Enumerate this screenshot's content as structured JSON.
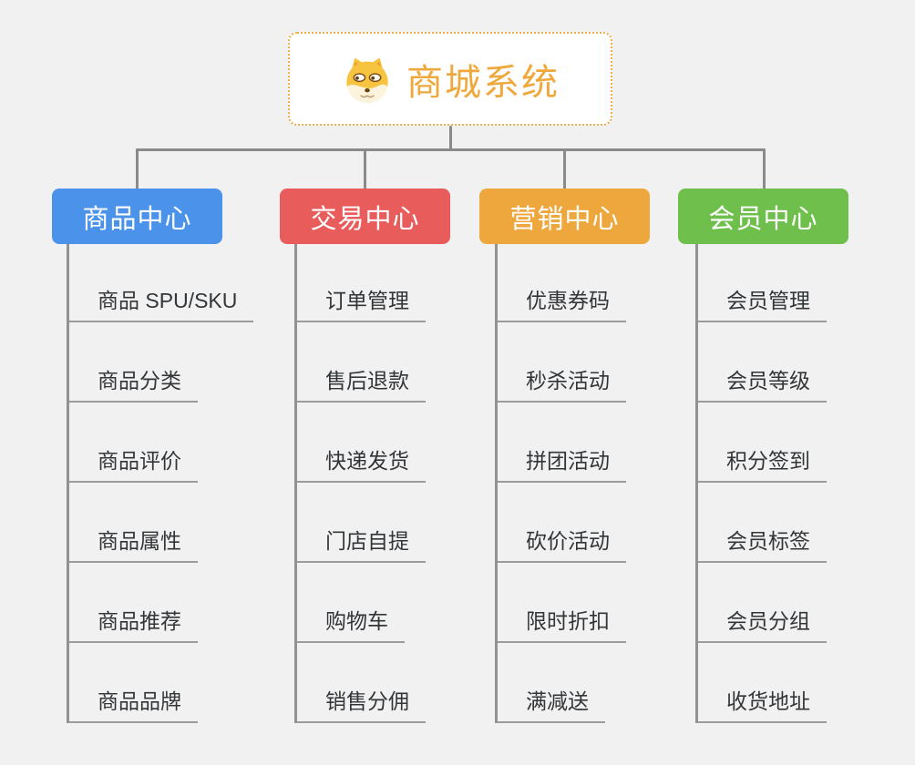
{
  "root": {
    "title": "商城系统",
    "icon": "doge-icon"
  },
  "colors": {
    "canvas_background": "#f1f1f1",
    "root_border": "#f0ab4b",
    "root_title": "#efa83c",
    "connector": "#8a8a8a",
    "leaf_line": "#9b9b9b",
    "leaf_text": "#333639",
    "branch_product": "#4b93ea",
    "branch_trade": "#e85c5c",
    "branch_marketing": "#eea73d",
    "branch_member": "#6ebf4b"
  },
  "branches": [
    {
      "label": "商品中心",
      "color": "#4b93ea",
      "items": [
        "商品 SPU/SKU",
        "商品分类",
        "商品评价",
        "商品属性",
        "商品推荐",
        "商品品牌"
      ]
    },
    {
      "label": "交易中心",
      "color": "#e85c5c",
      "items": [
        "订单管理",
        "售后退款",
        "快递发货",
        "门店自提",
        "购物车",
        "销售分佣"
      ]
    },
    {
      "label": "营销中心",
      "color": "#eea73d",
      "items": [
        "优惠券码",
        "秒杀活动",
        "拼团活动",
        "砍价活动",
        "限时折扣",
        "满减送"
      ]
    },
    {
      "label": "会员中心",
      "color": "#6ebf4b",
      "items": [
        "会员管理",
        "会员等级",
        "积分签到",
        "会员标签",
        "会员分组",
        "收货地址"
      ]
    }
  ]
}
